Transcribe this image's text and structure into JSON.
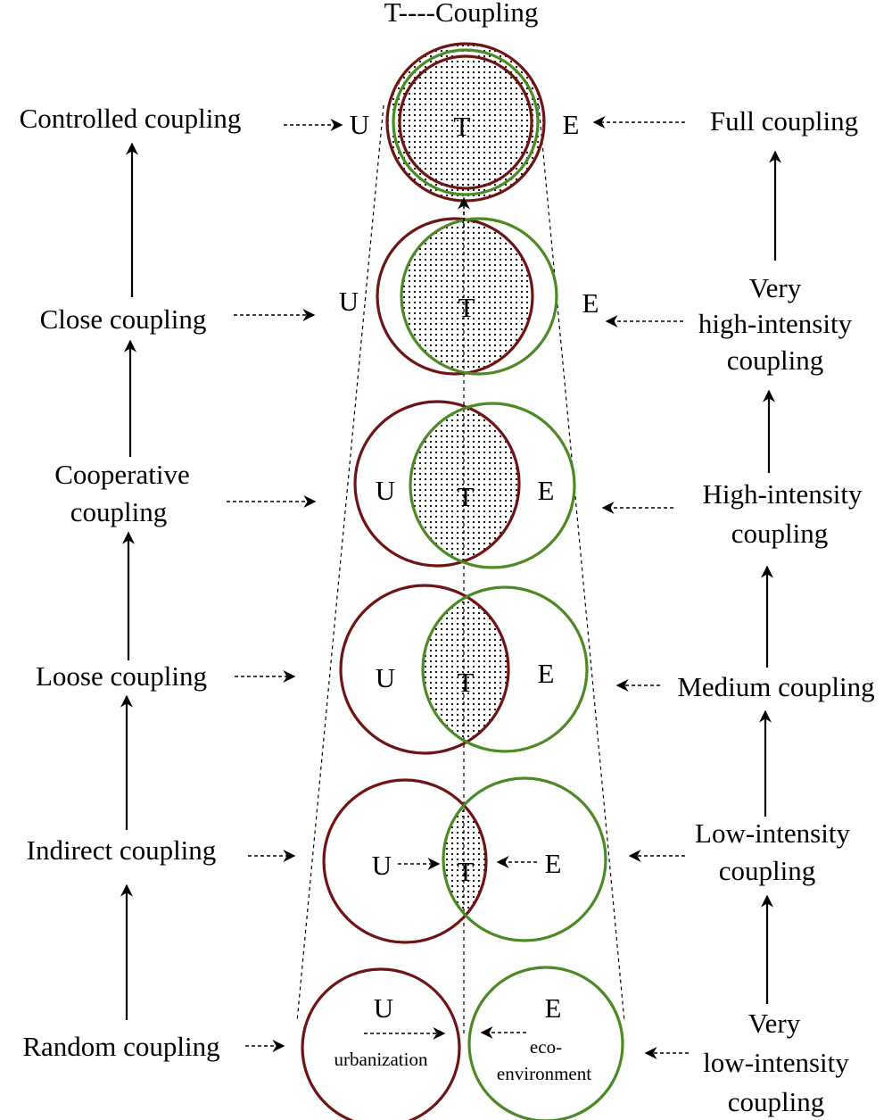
{
  "title": "T----Coupling",
  "colors": {
    "urbanization": "#6e1414",
    "environment": "#4b8a24",
    "text": "#000000"
  },
  "circle_labels": {
    "u": "U",
    "t": "T",
    "e": "E"
  },
  "left_stages": [
    {
      "lines": [
        "Controlled coupling"
      ]
    },
    {
      "lines": [
        "Close coupling"
      ]
    },
    {
      "lines": [
        "Cooperative",
        "coupling"
      ]
    },
    {
      "lines": [
        "Loose coupling"
      ]
    },
    {
      "lines": [
        "Indirect coupling"
      ]
    },
    {
      "lines": [
        "Random coupling"
      ]
    }
  ],
  "right_stages": [
    {
      "lines": [
        "Full coupling"
      ]
    },
    {
      "lines": [
        "Very",
        "high-intensity",
        "coupling"
      ]
    },
    {
      "lines": [
        "High-intensity",
        "coupling"
      ]
    },
    {
      "lines": [
        "Medium coupling"
      ]
    },
    {
      "lines": [
        "Low-intensity",
        "coupling"
      ]
    },
    {
      "lines": [
        "Very",
        "low-intensity",
        "coupling"
      ]
    }
  ],
  "bottom_labels": {
    "urbanization": "urbanization",
    "eco_line1": "eco-",
    "eco_line2": "environment"
  }
}
